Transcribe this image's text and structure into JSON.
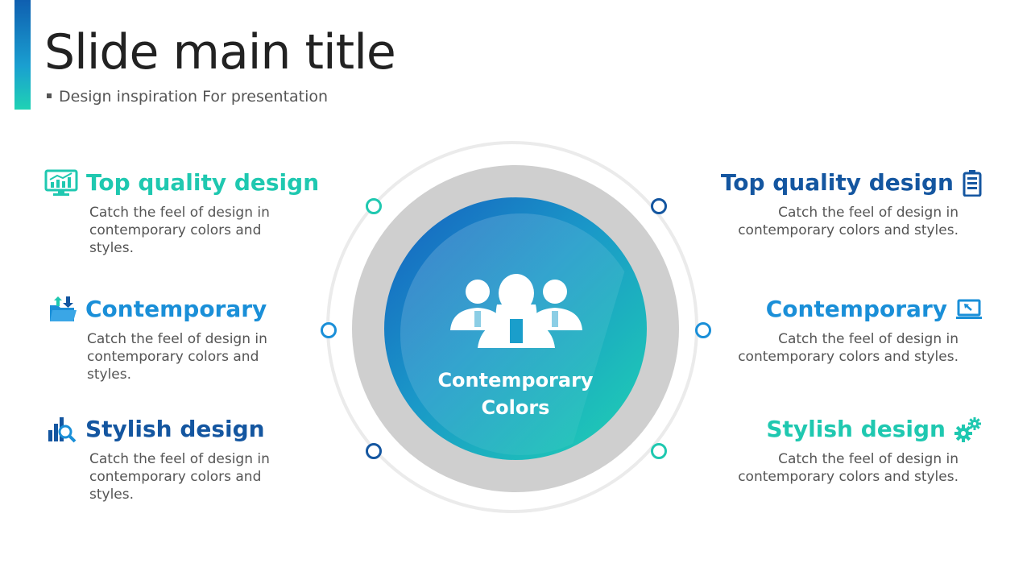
{
  "slide": {
    "title": "Slide main title",
    "subtitle": "Design inspiration For presentation"
  },
  "center": {
    "label_line1": "Contemporary",
    "label_line2": "Colors",
    "icon": "people-group-icon"
  },
  "colors": {
    "teal": "#1fc8b0",
    "blue": "#1a8fd8",
    "navy": "#1456a0",
    "text": "#555555"
  },
  "left_items": [
    {
      "title": "Top quality design",
      "desc": "Catch the feel of design in contemporary colors and styles.",
      "icon": "monitor-chart-icon",
      "color": "#1fc8b0"
    },
    {
      "title": "Contemporary",
      "desc": "Catch the feel of design in contemporary colors and styles.",
      "icon": "folder-download-icon",
      "color": "#1a8fd8"
    },
    {
      "title": "Stylish design",
      "desc": "Catch the feel of design in contemporary colors and styles.",
      "icon": "chart-search-icon",
      "color": "#1456a0"
    }
  ],
  "right_items": [
    {
      "title": "Top quality design",
      "desc": "Catch the feel of design in contemporary colors and styles.",
      "icon": "battery-icon",
      "color": "#1456a0"
    },
    {
      "title": "Contemporary",
      "desc": "Catch the feel of design in contemporary colors and styles.",
      "icon": "laptop-icon",
      "color": "#1a8fd8"
    },
    {
      "title": "Stylish design",
      "desc": "Catch the feel of design in contemporary colors and styles.",
      "icon": "gears-icon",
      "color": "#1fc8b0"
    }
  ]
}
